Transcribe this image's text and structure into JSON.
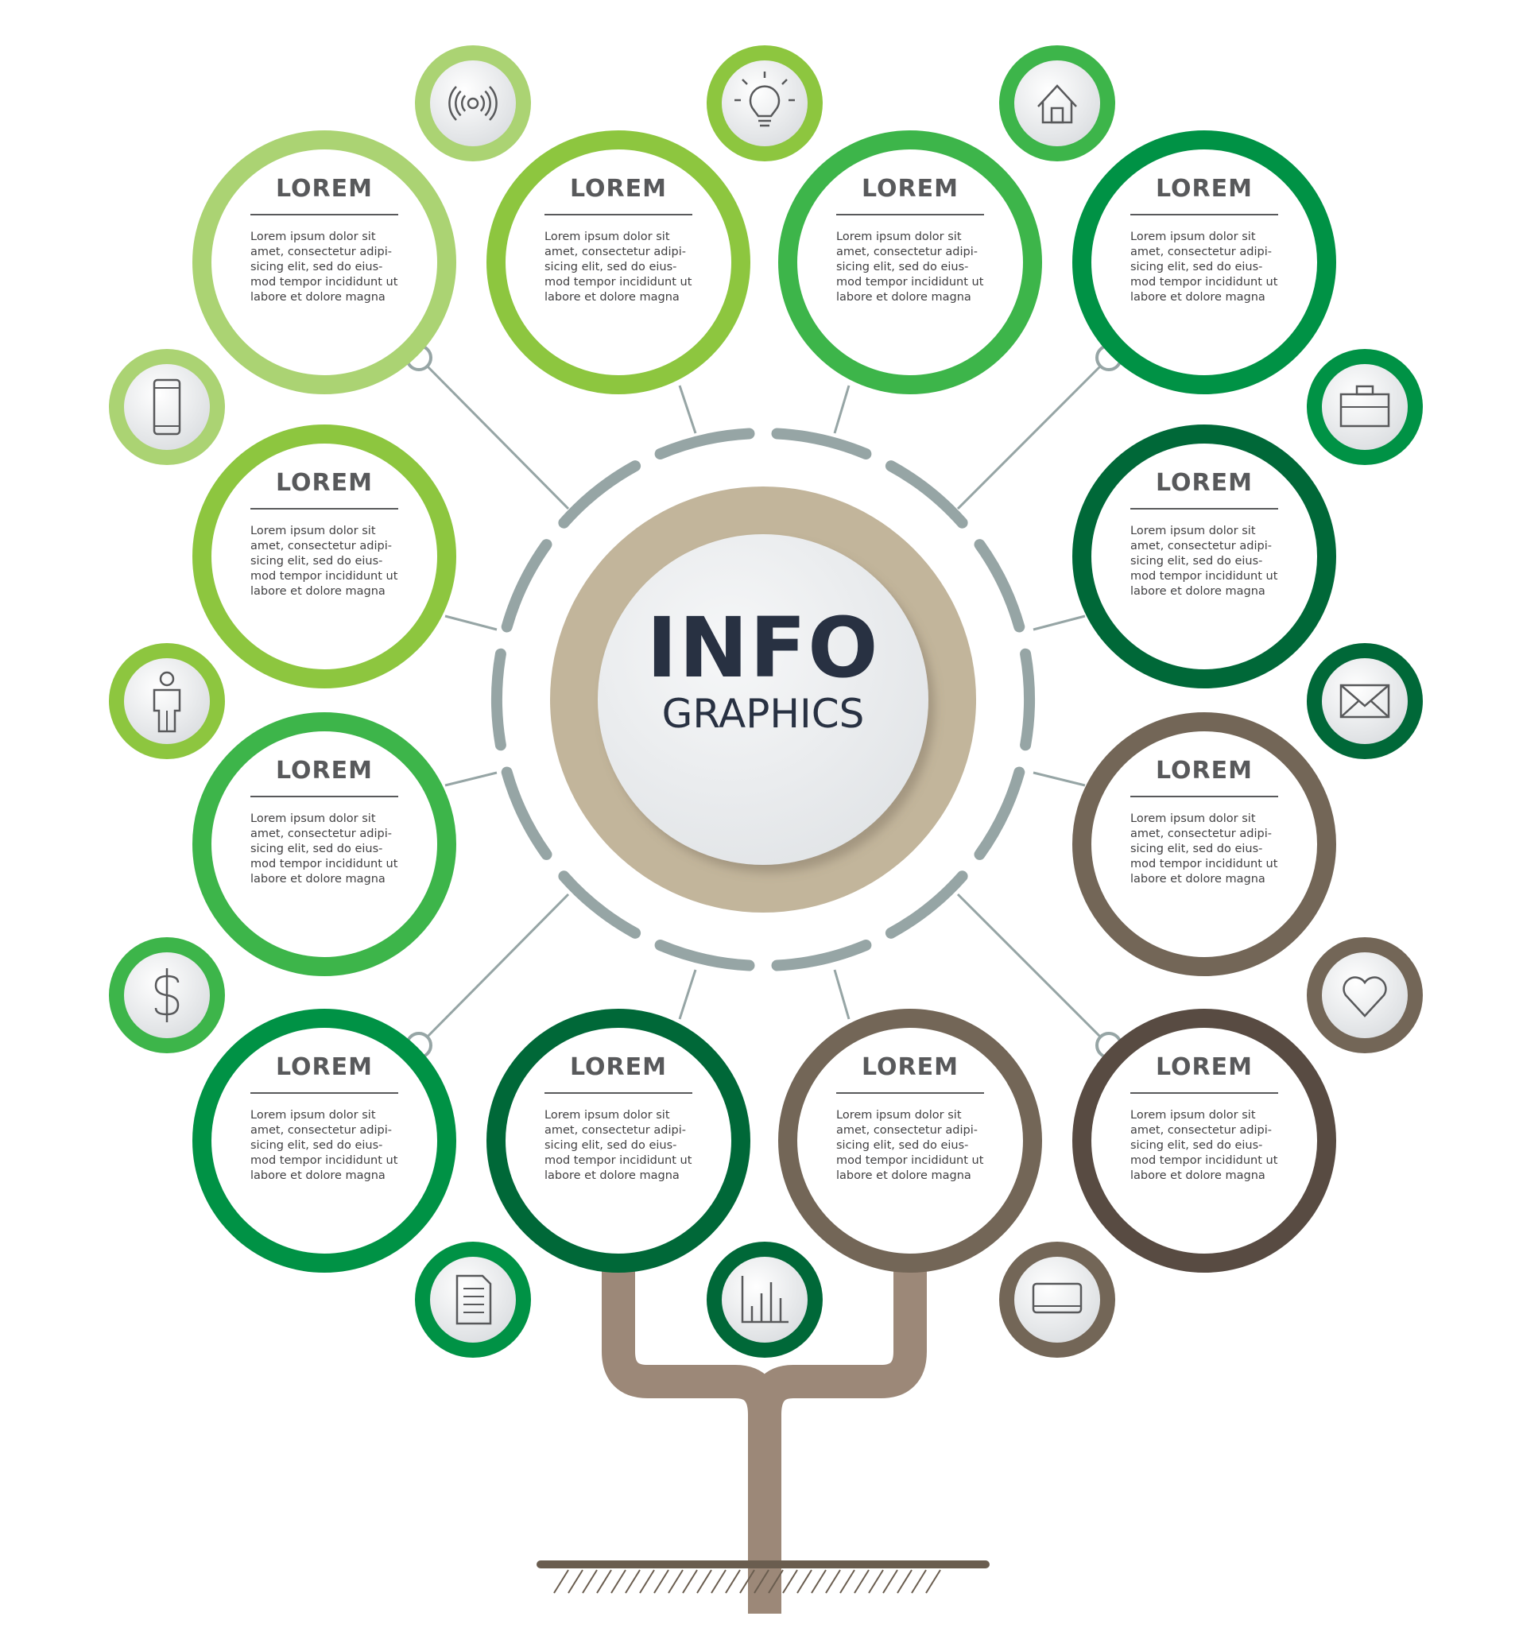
{
  "center": {
    "title": "INFO",
    "subtitle": "GRAPHICS",
    "ring_color": "#c2b59b",
    "disc_color": "#eef0f2"
  },
  "colors": {
    "connector": "#96a5a5",
    "ground": "#6a5d4f",
    "trunk": "#9c8878",
    "icon_stroke": "#58595b"
  },
  "nodes": [
    {
      "title": "LOREM",
      "text": [
        "Lorem ipsum dolor sit",
        "amet, consectetur adipi-",
        "sicing elit, sed do eius-",
        "mod tempor incididunt ut",
        "labore et dolore magna"
      ],
      "color": "#abd373"
    },
    {
      "title": "LOREM",
      "text": [
        "Lorem ipsum dolor sit",
        "amet, consectetur adipi-",
        "sicing elit, sed do eius-",
        "mod tempor incididunt ut",
        "labore et dolore magna"
      ],
      "color": "#8dc63f"
    },
    {
      "title": "LOREM",
      "text": [
        "Lorem ipsum dolor sit",
        "amet, consectetur adipi-",
        "sicing elit, sed do eius-",
        "mod tempor incididunt ut",
        "labore et dolore magna"
      ],
      "color": "#3db54a"
    },
    {
      "title": "LOREM",
      "text": [
        "Lorem ipsum dolor sit",
        "amet, consectetur adipi-",
        "sicing elit, sed do eius-",
        "mod tempor incididunt ut",
        "labore et dolore magna"
      ],
      "color": "#009245"
    },
    {
      "title": "LOREM",
      "text": [
        "Lorem ipsum dolor sit",
        "amet, consectetur adipi-",
        "sicing elit, sed do eius-",
        "mod tempor incididunt ut",
        "labore et dolore magna"
      ],
      "color": "#8dc63f"
    },
    {
      "title": "LOREM",
      "text": [
        "Lorem ipsum dolor sit",
        "amet, consectetur adipi-",
        "sicing elit, sed do eius-",
        "mod tempor incididunt ut",
        "labore et dolore magna"
      ],
      "color": "#006838"
    },
    {
      "title": "LOREM",
      "text": [
        "Lorem ipsum dolor sit",
        "amet, consectetur adipi-",
        "sicing elit, sed do eius-",
        "mod tempor incididunt ut",
        "labore et dolore magna"
      ],
      "color": "#3db54a"
    },
    {
      "title": "LOREM",
      "text": [
        "Lorem ipsum dolor sit",
        "amet, consectetur adipi-",
        "sicing elit, sed do eius-",
        "mod tempor incididunt ut",
        "labore et dolore magna"
      ],
      "color": "#736657"
    },
    {
      "title": "LOREM",
      "text": [
        "Lorem ipsum dolor sit",
        "amet, consectetur adipi-",
        "sicing elit, sed do eius-",
        "mod tempor incididunt ut",
        "labore et dolore magna"
      ],
      "color": "#009245"
    },
    {
      "title": "LOREM",
      "text": [
        "Lorem ipsum dolor sit",
        "amet, consectetur adipi-",
        "sicing elit, sed do eius-",
        "mod tempor incididunt ut",
        "labore et dolore magna"
      ],
      "color": "#006838"
    },
    {
      "title": "LOREM",
      "text": [
        "Lorem ipsum dolor sit",
        "amet, consectetur adipi-",
        "sicing elit, sed do eius-",
        "mod tempor incididunt ut",
        "labore et dolore magna"
      ],
      "color": "#736657"
    },
    {
      "title": "LOREM",
      "text": [
        "Lorem ipsum dolor sit",
        "amet, consectetur adipi-",
        "sicing elit, sed do eius-",
        "mod tempor incididunt ut",
        "labore et dolore magna"
      ],
      "color": "#584b42"
    }
  ],
  "badges": [
    {
      "icon": "wifi-icon",
      "color": "#abd373"
    },
    {
      "icon": "lightbulb-icon",
      "color": "#8dc63f"
    },
    {
      "icon": "home-icon",
      "color": "#3db54a"
    },
    {
      "icon": "smartphone-icon",
      "color": "#abd373"
    },
    {
      "icon": "briefcase-icon",
      "color": "#009245"
    },
    {
      "icon": "person-icon",
      "color": "#8dc63f"
    },
    {
      "icon": "envelope-icon",
      "color": "#006838"
    },
    {
      "icon": "dollar-icon",
      "color": "#3db54a"
    },
    {
      "icon": "heart-icon",
      "color": "#736657"
    },
    {
      "icon": "document-icon",
      "color": "#009245"
    },
    {
      "icon": "bar-chart-icon",
      "color": "#006838"
    },
    {
      "icon": "laptop-icon",
      "color": "#736657"
    }
  ]
}
